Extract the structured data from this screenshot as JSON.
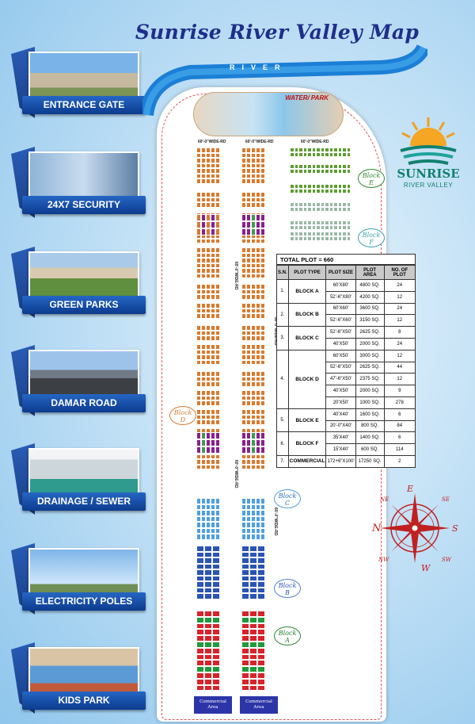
{
  "title": "Sunrise River Valley Map",
  "features": [
    {
      "label": "ENTRANCE GATE",
      "icon": "entrance-gate-photo"
    },
    {
      "label": "24X7 SECURITY",
      "icon": "security-photo"
    },
    {
      "label": "GREEN PARKS",
      "icon": "park-photo"
    },
    {
      "label": "DAMAR ROAD",
      "icon": "road-photo"
    },
    {
      "label": "DRAINAGE / SEWER",
      "icon": "drainage-photo"
    },
    {
      "label": "ELECTRICITY POLES",
      "icon": "electricity-photo"
    },
    {
      "label": "KIDS PARK",
      "icon": "kids-park-photo"
    }
  ],
  "river_label": "RIVER",
  "water_park_label": "WATER/ PARK",
  "road_labels": {
    "wide60": "60'-0\"WIDE-RD",
    "wide25": "25'-0\"WIDE-RD",
    "wide30": "30'-0\"WIDE-RD"
  },
  "blocks": [
    "Block\nE",
    "Block\nF",
    "Block\nD",
    "Block\nC",
    "Block\nB",
    "Block\nA"
  ],
  "commercial_label": "Commercial\nArea",
  "logo": {
    "name": "SUNRISE",
    "sub": "RIVER VALLEY"
  },
  "table": {
    "total": "TOTAL PLOT = 660",
    "headers": [
      "S.N.",
      "PLOT TYPE",
      "PLOT SIZE",
      "PLOT AREA",
      "NO. OF PLOT"
    ],
    "rows": [
      {
        "sn": "1.",
        "type": "BLOCK A",
        "sizes": [
          "60'X80'",
          "52'-6\"X80'"
        ],
        "areas": [
          "4800 SQ.",
          "4200 SQ."
        ],
        "counts": [
          "24",
          "12"
        ]
      },
      {
        "sn": "2.",
        "type": "BLOCK B",
        "sizes": [
          "60'X60'",
          "52'-6\"X60'"
        ],
        "areas": [
          "3600 SQ.",
          "3150 SQ."
        ],
        "counts": [
          "24",
          "12"
        ]
      },
      {
        "sn": "3.",
        "type": "BLOCK C",
        "sizes": [
          "52'-6\"X50'",
          "40'X50'"
        ],
        "areas": [
          "2625 SQ.",
          "2000 SQ."
        ],
        "counts": [
          "8",
          "24"
        ]
      },
      {
        "sn": "4.",
        "type": "BLOCK D",
        "sizes": [
          "60'X50'",
          "52'-6\"X50'",
          "47'-6\"X50'",
          "40'X50'",
          "20'X50'"
        ],
        "areas": [
          "3000 SQ.",
          "2625 SQ.",
          "2375 SQ.",
          "2000 SQ.",
          "1000 SQ."
        ],
        "counts": [
          "12",
          "44",
          "12",
          "9",
          "278"
        ]
      },
      {
        "sn": "5.",
        "type": "BLOCK E",
        "sizes": [
          "40'X40'",
          "20'-0\"X40'"
        ],
        "areas": [
          "1600 SQ.",
          "800 SQ."
        ],
        "counts": [
          "6",
          "84"
        ]
      },
      {
        "sn": "6.",
        "type": "BLOCK F",
        "sizes": [
          "35'X40'",
          "15'X40'"
        ],
        "areas": [
          "1400 SQ.",
          "600 SQ."
        ],
        "counts": [
          "6",
          "114"
        ]
      },
      {
        "sn": "7.",
        "type": "COMMERCIAL",
        "sizes": [
          "172+6\"X100'"
        ],
        "areas": [
          "17250 SQ."
        ],
        "counts": [
          "2"
        ]
      }
    ]
  },
  "compass": {
    "n": "N",
    "s": "S",
    "e": "E",
    "w": "W",
    "ne": "NE",
    "se": "SE",
    "sw": "SW",
    "nw": "NW"
  },
  "colors": {
    "blockA": "#d8232a",
    "blockA_alt": "#1f9a3a",
    "blockB": "#2b54b5",
    "blockC": "#4f9fe0",
    "blockD": "#d97a2e",
    "blockE": "#5d9d33",
    "blockF": "#9ab7a4",
    "special1": "#8b1f8f",
    "special2": "#3a9d4a"
  }
}
